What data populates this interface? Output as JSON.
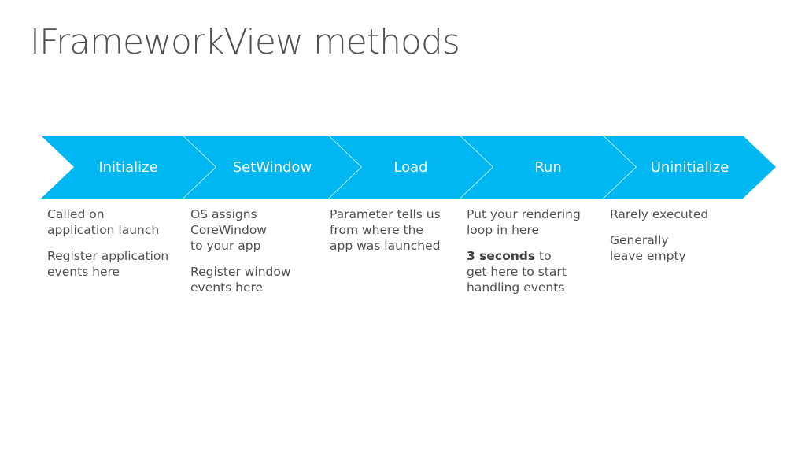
{
  "title": "IFrameworkView methods",
  "colors": {
    "chevron_fill": "#00B7F1",
    "text": "#505050"
  },
  "steps": [
    {
      "label": "Initialize",
      "paragraphs": [
        [
          "Called on",
          "application launch"
        ],
        [
          "Register application",
          "events here"
        ]
      ]
    },
    {
      "label": "SetWindow",
      "paragraphs": [
        [
          "OS assigns",
          "CoreWindow",
          "to your app"
        ],
        [
          "Register window",
          "events here"
        ]
      ]
    },
    {
      "label": "Load",
      "paragraphs": [
        [
          "Parameter tells us",
          "from where the",
          "app was launched"
        ]
      ]
    },
    {
      "label": "Run",
      "paragraphs": [
        [
          "Put your rendering",
          "loop in here"
        ]
      ],
      "emphasis": {
        "bold": "3 seconds",
        "rest": " to",
        "lines": [
          "get here to start",
          "handling events"
        ]
      }
    },
    {
      "label": "Uninitialize",
      "paragraphs": [
        [
          "Rarely executed"
        ],
        [
          "Generally",
          "leave empty"
        ]
      ]
    }
  ]
}
